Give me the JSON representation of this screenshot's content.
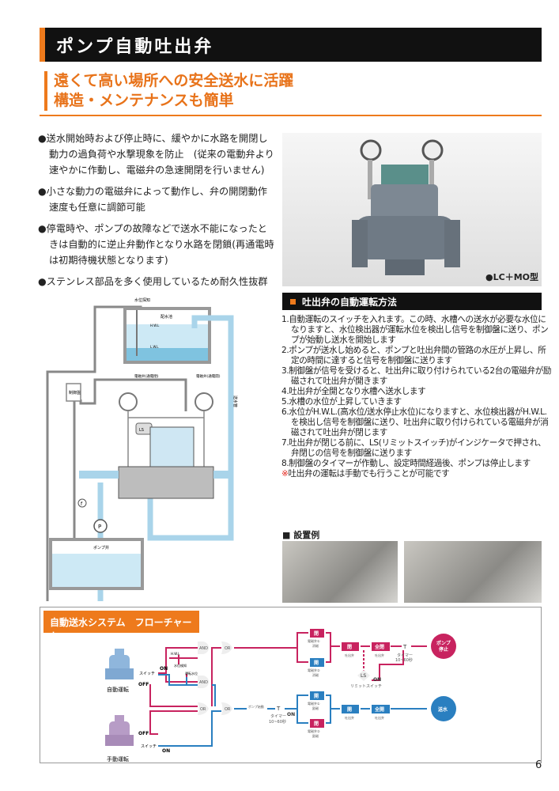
{
  "title": "ポンプ自動吐出弁",
  "subtitle": [
    "遠くて高い場所への安全送水に活躍",
    "構造・メンテナンスも簡単"
  ],
  "features": [
    "送水開始時および停止時に、緩やかに水路を開閉し動力の過負荷や水撃現象を防止　(従来の電動弁より速やかに作動し、電磁弁の急速開閉を行いません)",
    "小さな動力の電磁弁によって動作し、弁の開閉動作速度も任意に調節可能",
    "停電時や、ポンプの故障などで送水不能になったときは自動的に逆止弁動作となり水路を閉鎖(再通電時は初期待機状態となります)",
    "ステンレス部品を多く使用しているため耐久性抜群"
  ],
  "photo_caption": "●LC＋MO型",
  "section_title": "吐出弁の自動運転方法",
  "steps": [
    "1.自動運転のスイッチを入れます。この時、水槽への送水が必要な水位になりますと、水位検出器が運転水位を検出し信号を制御盤に送り、ポンプが始動し送水を開始します",
    "2.ポンプが送水し始めると、ポンプと吐出弁間の管路の水圧が上昇し、所定の時間に達すると信号を制御盤に送ります",
    "3.制御盤が信号を受けると、吐出弁に取り付けられている2台の電磁弁が励磁されて吐出弁が開きます",
    "4.吐出弁が全開となり水槽へ送水します",
    "5.水槽の水位が上昇していきます",
    "6.水位がH.W.L.(高水位/送水停止水位)になりますと、水位検出器がH.W.L.を検出し信号を制御盤に送り、吐出弁に取り付けられている電磁弁が消磁されて吐出弁が閉じます",
    "7.吐出弁が閉じる前に、LS(リミットスイッチ)がインジケータで押され、弁閉じの信号を制御盤に送ります",
    "8.制御盤のタイマーが作動し、設定時間経過後、ポンプは停止します"
  ],
  "note_mark": "※",
  "note": "吐出弁の運転は手動でも行うことが可能です",
  "example_label": "■ 設置例",
  "diagram": {
    "level_sensor": "水位探知",
    "tank": "配水池",
    "hwl": "H.W.L",
    "lwl": "L.W.L",
    "control_panel": "制御盤",
    "sv_closed": "電磁弁(通電閉)",
    "sv_open": "電磁弁(通電開)",
    "supply_pipe": "送水管",
    "ls": "LS",
    "pump": "P",
    "lower_tank": "ポンプ井",
    "f": "f"
  },
  "flow": {
    "label": "自動送水システム　フローチャート",
    "auto": "自動運転",
    "manual": "手動運転",
    "switch": "スイッチ",
    "on": "ON",
    "off": "OFF",
    "and": "AND",
    "or": "OR",
    "hwl": "H.W.L",
    "level_detect": "水位検知",
    "run_level": "運転水位",
    "pump_start": "ポンプ始動",
    "t": "T",
    "timer": "タイマー",
    "timer_range": "10~60秒",
    "closed": "閉",
    "open": "開",
    "full_closed": "全閉",
    "full_open": "全開",
    "sv1": "電磁弁①",
    "sv2": "電磁弁②",
    "demag": "消磁",
    "excite": "励磁",
    "valve": "吐出弁",
    "ls": "LS",
    "limit_switch": "リミットスイッチ",
    "pump_stop": [
      "ポンプ",
      "停止"
    ],
    "supply": "送水",
    "colors": {
      "stop": "#c8235f",
      "run": "#2a7fc0"
    }
  },
  "page_number": "6"
}
